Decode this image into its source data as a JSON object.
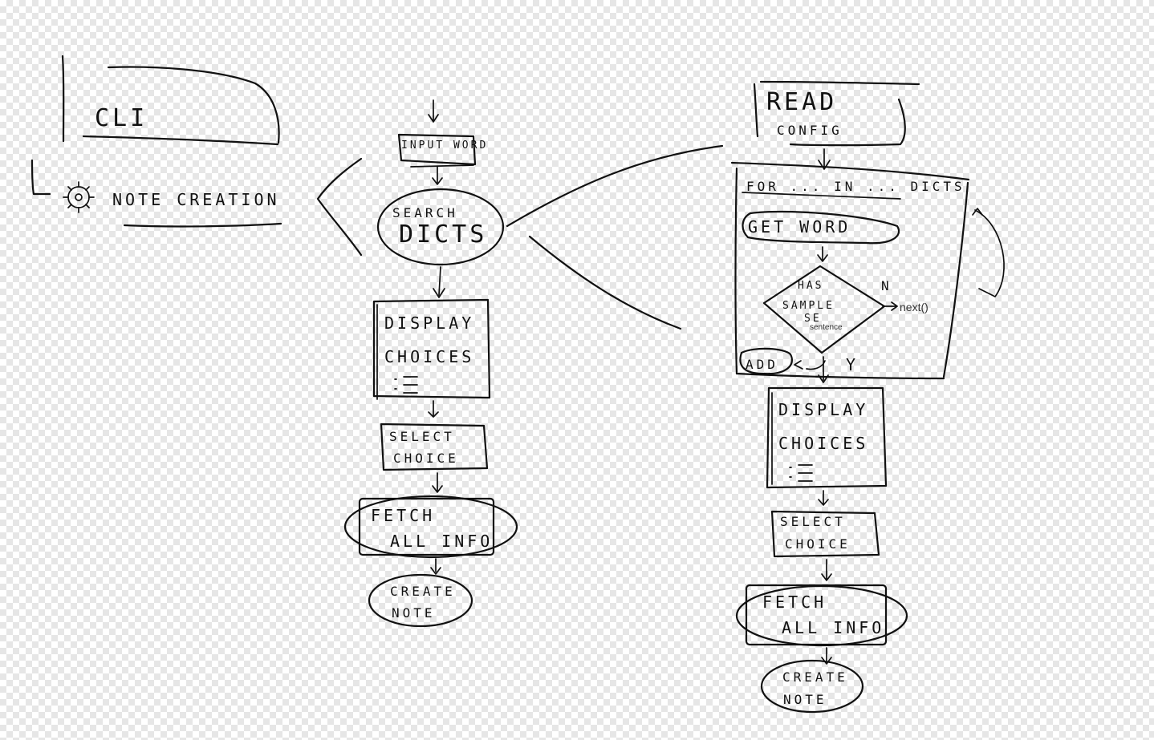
{
  "left_panel": {
    "cli_label": "CLI",
    "note_creation_label": "NOTE CREATION"
  },
  "flow_a": {
    "input_word": "INPUT WORD",
    "search_dicts_line1": "SEARCH",
    "search_dicts_line2": "DICTS",
    "display_choices_line1": "DISPLAY",
    "display_choices_line2": "CHOICES",
    "select_choice_line1": "SELECT",
    "select_choice_line2": "CHOICE",
    "fetch_all_info_line1": "FETCH",
    "fetch_all_info_line2": "ALL INFO",
    "create_note_line1": "CREATE",
    "create_note_line2": "NOTE"
  },
  "flow_b": {
    "read_config_line1": "READ",
    "read_config_line2": "CONFIG",
    "for_loop": "FOR ... IN ... DICTS",
    "get_word": "GET WORD",
    "decision_line1": "HAS",
    "decision_line2": "SAMPLE",
    "decision_line3": "SE",
    "decision_typed": "sentence",
    "no_label": "N",
    "next_label": "next()",
    "yes_label": "Y",
    "add_label": "ADD",
    "display_choices_line1": "DISPLAY",
    "display_choices_line2": "CHOICES",
    "select_choice_line1": "SELECT",
    "select_choice_line2": "CHOICE",
    "fetch_all_info_line1": "FETCH",
    "fetch_all_info_line2": "ALL INFO",
    "create_note_line1": "CREATE",
    "create_note_line2": "NOTE"
  },
  "colors": {
    "ink": "#111111",
    "checker": "#e6e6e6"
  },
  "icons": [
    "gear-icon",
    "list-icon"
  ]
}
